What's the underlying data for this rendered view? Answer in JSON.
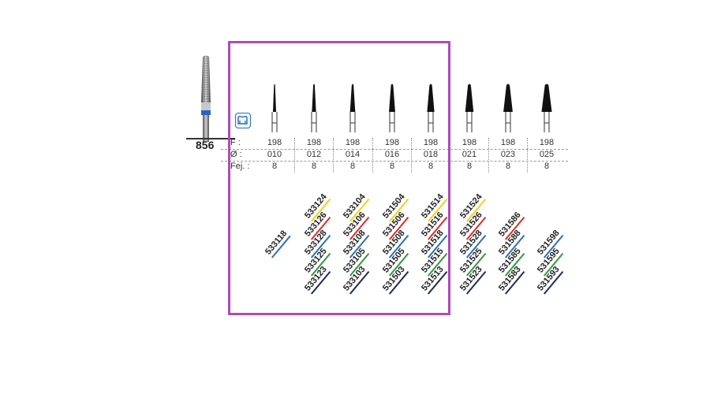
{
  "model": {
    "number": "856"
  },
  "row_labels": {
    "f": "F :",
    "dia": "Ø :",
    "fej": "Fej. :"
  },
  "columns": [
    {
      "f": "198",
      "dia": "010",
      "fej": "8"
    },
    {
      "f": "198",
      "dia": "012",
      "fej": "8"
    },
    {
      "f": "198",
      "dia": "014",
      "fej": "8"
    },
    {
      "f": "198",
      "dia": "016",
      "fej": "8"
    },
    {
      "f": "198",
      "dia": "018",
      "fej": "8"
    },
    {
      "f": "198",
      "dia": "021",
      "fej": "8"
    },
    {
      "f": "198",
      "dia": "023",
      "fej": "8"
    },
    {
      "f": "198",
      "dia": "025",
      "fej": "8"
    }
  ],
  "grit_colors": {
    "yellow": "#f2d21b",
    "red": "#e02a2a",
    "blue": "#2a6fb5",
    "green": "#2e9a3e",
    "black": "#1a1a1a",
    "navy": "#1a2a5e"
  },
  "codes": [
    {
      "col": 0,
      "text": "533118",
      "color": "#2a6fb5",
      "row": 2
    },
    {
      "col": 1,
      "text": "533124",
      "color": "#f2d21b",
      "row": 0
    },
    {
      "col": 1,
      "text": "533126",
      "color": "#e02a2a",
      "row": 1
    },
    {
      "col": 1,
      "text": "533128",
      "color": "#2a6fb5",
      "row": 2
    },
    {
      "col": 1,
      "text": "533125",
      "color": "#2e9a3e",
      "row": 3
    },
    {
      "col": 1,
      "text": "533123",
      "color": "#1a2a5e",
      "row": 4
    },
    {
      "col": 2,
      "text": "533104",
      "color": "#f2d21b",
      "row": 0
    },
    {
      "col": 2,
      "text": "533106",
      "color": "#e02a2a",
      "row": 1
    },
    {
      "col": 2,
      "text": "533108",
      "color": "#2a6fb5",
      "row": 2
    },
    {
      "col": 2,
      "text": "533105",
      "color": "#2e9a3e",
      "row": 3
    },
    {
      "col": 2,
      "text": "533103",
      "color": "#1a2a5e",
      "row": 4
    },
    {
      "col": 3,
      "text": "531504",
      "color": "#f2d21b",
      "row": 0
    },
    {
      "col": 3,
      "text": "531506",
      "color": "#e02a2a",
      "row": 1
    },
    {
      "col": 3,
      "text": "531508",
      "color": "#2a6fb5",
      "row": 2
    },
    {
      "col": 3,
      "text": "531505",
      "color": "#2e9a3e",
      "row": 3
    },
    {
      "col": 3,
      "text": "531503",
      "color": "#1a2a5e",
      "row": 4
    },
    {
      "col": 4,
      "text": "531514",
      "color": "#f2d21b",
      "row": 0
    },
    {
      "col": 4,
      "text": "531516",
      "color": "#e02a2a",
      "row": 1
    },
    {
      "col": 4,
      "text": "531518",
      "color": "#2a6fb5",
      "row": 2
    },
    {
      "col": 4,
      "text": "531515",
      "color": "#2e9a3e",
      "row": 3
    },
    {
      "col": 4,
      "text": "531513",
      "color": "#1a2a5e",
      "row": 4
    },
    {
      "col": 5,
      "text": "531524",
      "color": "#f2d21b",
      "row": 0
    },
    {
      "col": 5,
      "text": "531526",
      "color": "#e02a2a",
      "row": 1
    },
    {
      "col": 5,
      "text": "531528",
      "color": "#2a6fb5",
      "row": 2
    },
    {
      "col": 5,
      "text": "531525",
      "color": "#2e9a3e",
      "row": 3
    },
    {
      "col": 5,
      "text": "531523",
      "color": "#1a2a5e",
      "row": 4
    },
    {
      "col": 6,
      "text": "531586",
      "color": "#e02a2a",
      "row": 1
    },
    {
      "col": 6,
      "text": "531588",
      "color": "#2a6fb5",
      "row": 2
    },
    {
      "col": 6,
      "text": "531585",
      "color": "#2e9a3e",
      "row": 3
    },
    {
      "col": 6,
      "text": "531583",
      "color": "#1a2a5e",
      "row": 4
    },
    {
      "col": 7,
      "text": "531598",
      "color": "#2a6fb5",
      "row": 2
    },
    {
      "col": 7,
      "text": "531595",
      "color": "#2e9a3e",
      "row": 3
    },
    {
      "col": 7,
      "text": "531593",
      "color": "#1a2a5e",
      "row": 4
    }
  ]
}
